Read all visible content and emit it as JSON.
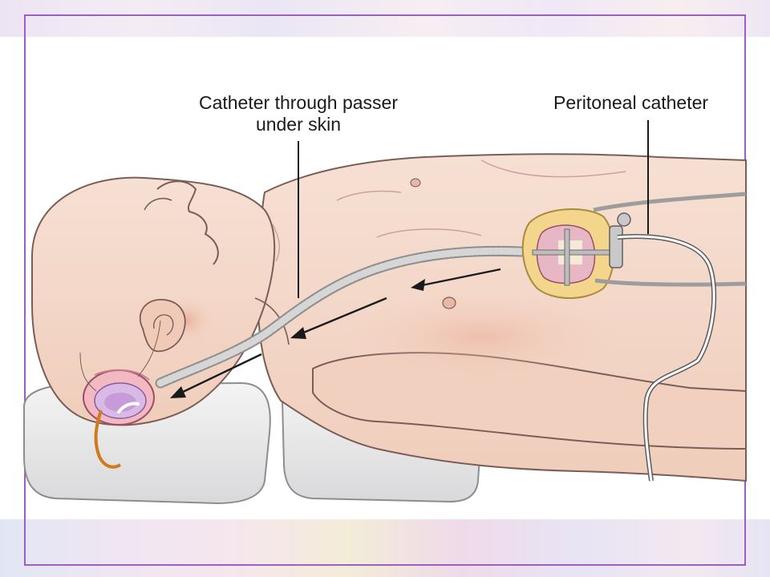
{
  "labels": {
    "catheter_passer_line1": "Catheter through passer",
    "catheter_passer_line2": "under skin",
    "peritoneal_catheter": "Peritoneal catheter"
  },
  "colors": {
    "frame": "#9a5fbf",
    "skin": "#f2d5c4",
    "skin_shadow": "#e7b7a5",
    "outline": "#7a5d57",
    "pillow": "#e9e9ea",
    "catheter": "#b9b9b9",
    "tube_orange": "#d07a1c"
  }
}
